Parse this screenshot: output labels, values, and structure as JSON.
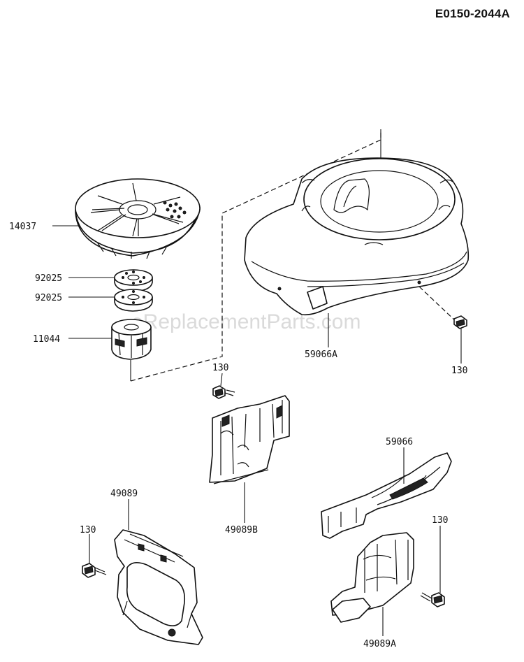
{
  "diagram_id": "E0150-2044A",
  "watermark": "eReplacementParts.com",
  "callouts": {
    "c14037": "14037",
    "c92025_upper": "92025",
    "c92025_lower": "92025",
    "c11044": "11044",
    "c59066A": "59066A",
    "c130_housing": "130",
    "c130_plate": "130",
    "c49089B": "49089B",
    "c59066": "59066",
    "c49089": "49089",
    "c130_left": "130",
    "c130_right": "130",
    "c49089A": "49089A"
  }
}
